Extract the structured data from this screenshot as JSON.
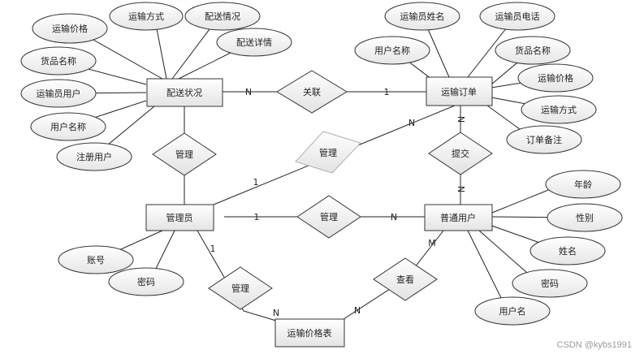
{
  "entities": {
    "delivery_status": "配送状况",
    "transport_order": "运输订单",
    "admin": "管理员",
    "regular_user": "普通用户",
    "price_list": "运输价格表"
  },
  "relationships": {
    "link": "关联",
    "manage_status": "管理",
    "manage_order": "管理",
    "submit": "提交",
    "manage_user": "管理",
    "manage_price": "管理",
    "view_price": "查看"
  },
  "cardinalities": {
    "status_link": "N",
    "order_link": "1",
    "order_manage": "N",
    "admin_manage_order": "1",
    "order_submit": "N",
    "user_submit": "N",
    "admin_manage_user": "1",
    "user_manage": "N",
    "admin_manage_price": "1",
    "price_manage": "N",
    "price_view": "N",
    "user_view": "M"
  },
  "attributes": {
    "status_transport_price": "运输价格",
    "status_transport_method": "运输方式",
    "status_delivery_info": "配送情况",
    "status_delivery_detail": "配送详情",
    "status_goods_name": "货品名称",
    "status_transport_user": "运输员用户",
    "status_user_name": "用户名称",
    "status_registered_user": "注册用户",
    "order_transporter_name": "运输员姓名",
    "order_transporter_phone": "运输员电话",
    "order_user_name": "用户名称",
    "order_goods_name": "货品名称",
    "order_transport_price": "运输价格",
    "order_transport_method": "运输方式",
    "order_remark": "订单备注",
    "admin_account": "账号",
    "admin_password": "密码",
    "user_age": "年龄",
    "user_gender": "性别",
    "user_name": "姓名",
    "user_password": "密码",
    "user_username": "用户名"
  },
  "watermark": "CSDN @kybs1991"
}
